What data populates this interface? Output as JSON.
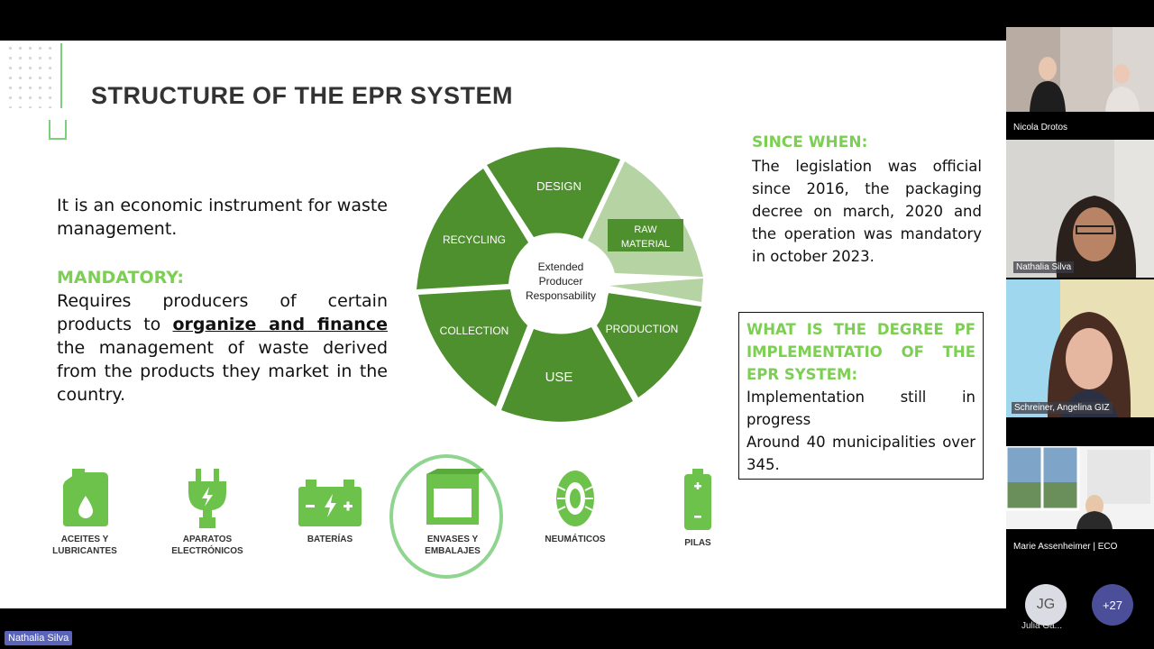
{
  "slide": {
    "title": "STRUCTURE OF THE EPR SYSTEM",
    "intro": "It is an economic instrument for waste management.",
    "mandatory_heading": "MANDATORY:",
    "mandatory_text_before": "Requires producers of certain products to ",
    "mandatory_emphasis": "organize and finance ",
    "mandatory_text_after": "the management of waste derived from the products they market in the country.",
    "since_heading": "SINCE WHEN:",
    "since_text": "The legislation was official since 2016, the packaging decree on march, 2020 and the operation was mandatory in october 2023.",
    "degree_heading": "WHAT IS THE DEGREE PF IMPLEMENTATIO OF THE EPR SYSTEM:",
    "degree_line1": "Implementation still in progress",
    "degree_line2": "Around 40 municipalities over 345."
  },
  "wheel": {
    "center_line1": "Extended",
    "center_line2": "Producer",
    "center_line3": "Responsability",
    "segments": {
      "design": "DESIGN",
      "raw1": "RAW",
      "raw2": "MATERIAL",
      "production": "PRODUCTION",
      "use": "USE",
      "collection": "COLLECTION",
      "recycling": "RECYCLING"
    },
    "colors": {
      "dark": "#4e8f2e",
      "light": "#b5d3a3",
      "highlight_box": "#4e8f2e"
    }
  },
  "categories": [
    {
      "label1": "ACEITES Y",
      "label2": "LUBRICANTES",
      "icon": "oil-canister-icon"
    },
    {
      "label1": "APARATOS",
      "label2": "ELECTRÓNICOS",
      "icon": "plug-icon"
    },
    {
      "label1": "BATERÍAS",
      "label2": "",
      "icon": "car-battery-icon"
    },
    {
      "label1": "ENVASES Y",
      "label2": "EMBALAJES",
      "icon": "box-icon"
    },
    {
      "label1": "NEUMÁTICOS",
      "label2": "",
      "icon": "tire-icon"
    },
    {
      "label1": "PILAS",
      "label2": "",
      "icon": "battery-cell-icon"
    }
  ],
  "participants": [
    {
      "name": "Nicola Drotos"
    },
    {
      "name": "Nathalia Silva"
    },
    {
      "name": "Schreiner, Angelina GIZ"
    },
    {
      "name": "Marie Assenheimer | ECO"
    }
  ],
  "bottom": {
    "avatar_initials": "JG",
    "avatar_name": "Julia Ga...",
    "more_count": "+27",
    "presenter": "Nathalia Silva"
  },
  "accent": "#7ccf53"
}
